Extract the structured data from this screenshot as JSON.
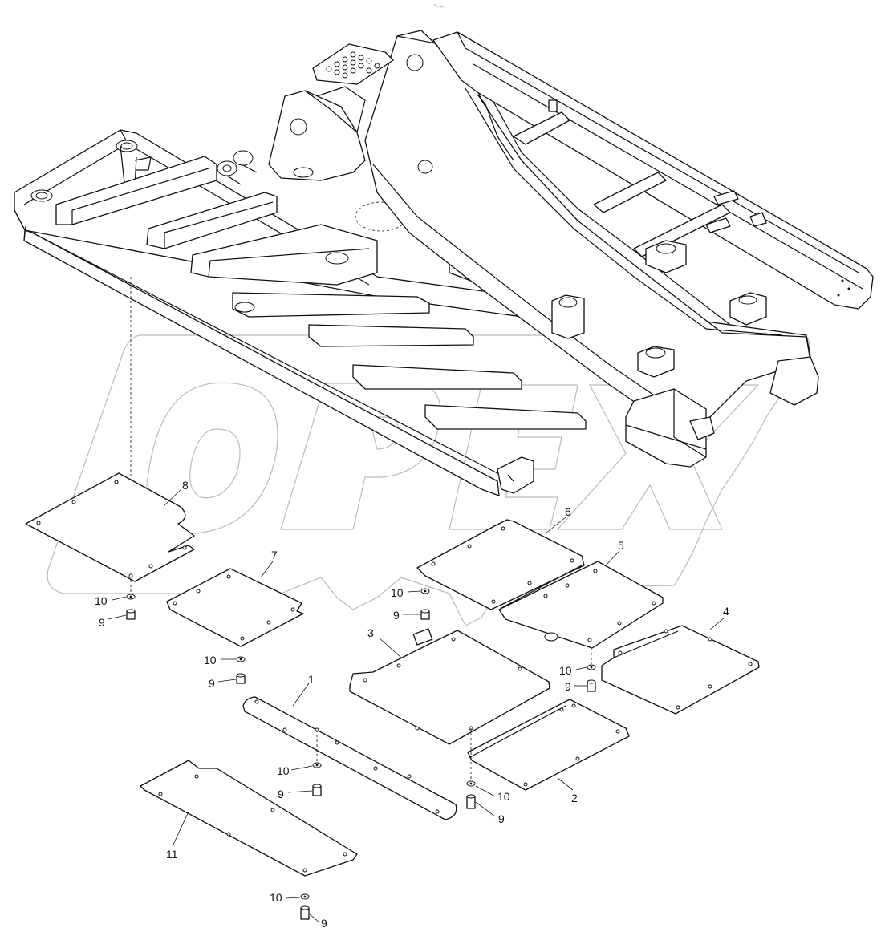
{
  "header_mark": "ⁿ₀ ₀₀₀",
  "callouts": {
    "c1": "1",
    "c2": "2",
    "c3": "3",
    "c4": "4",
    "c5": "5",
    "c6": "6",
    "c7": "7",
    "c8": "8",
    "c11": "11",
    "c9a": "9",
    "c9b": "9",
    "c9c": "9",
    "c9d": "9",
    "c9e": "9",
    "c9f": "9",
    "c9g": "9",
    "c10a": "10",
    "c10b": "10",
    "c10c": "10",
    "c10d": "10",
    "c10e": "10",
    "c10f": "10",
    "c10g": "10"
  }
}
